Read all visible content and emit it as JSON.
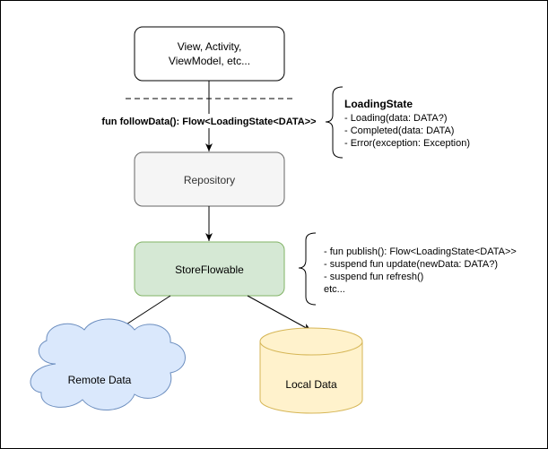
{
  "nodes": {
    "view": {
      "line1": "View, Activity,",
      "line2": "ViewModel, etc..."
    },
    "repository": {
      "label": "Repository"
    },
    "store_flowable": {
      "label": "StoreFlowable"
    },
    "remote_data": {
      "label": "Remote Data"
    },
    "local_data": {
      "label": "Local Data"
    }
  },
  "api_label": "fun followData(): Flow<LoadingState<DATA>>",
  "loading_state_note": {
    "title": "LoadingState",
    "items": [
      "- Loading(data: DATA?)",
      "- Completed(data: DATA)",
      "- Error(exception: Exception)"
    ]
  },
  "store_flowable_note": {
    "items": [
      "- fun publish(): Flow<LoadingState<DATA>>",
      "- suspend fun update(newData: DATA?)",
      "- suspend fun refresh()",
      "etc..."
    ]
  },
  "colors": {
    "frame": "#000000",
    "view_fill": "#ffffff",
    "repository_fill": "#f5f5f5",
    "repository_stroke": "#666666",
    "store_flowable_fill": "#d5e8d4",
    "store_flowable_stroke": "#82b366",
    "remote_data_fill": "#dae8fc",
    "remote_data_stroke": "#6c8ebf",
    "local_data_fill": "#fff2cc",
    "local_data_stroke": "#d6b656"
  }
}
